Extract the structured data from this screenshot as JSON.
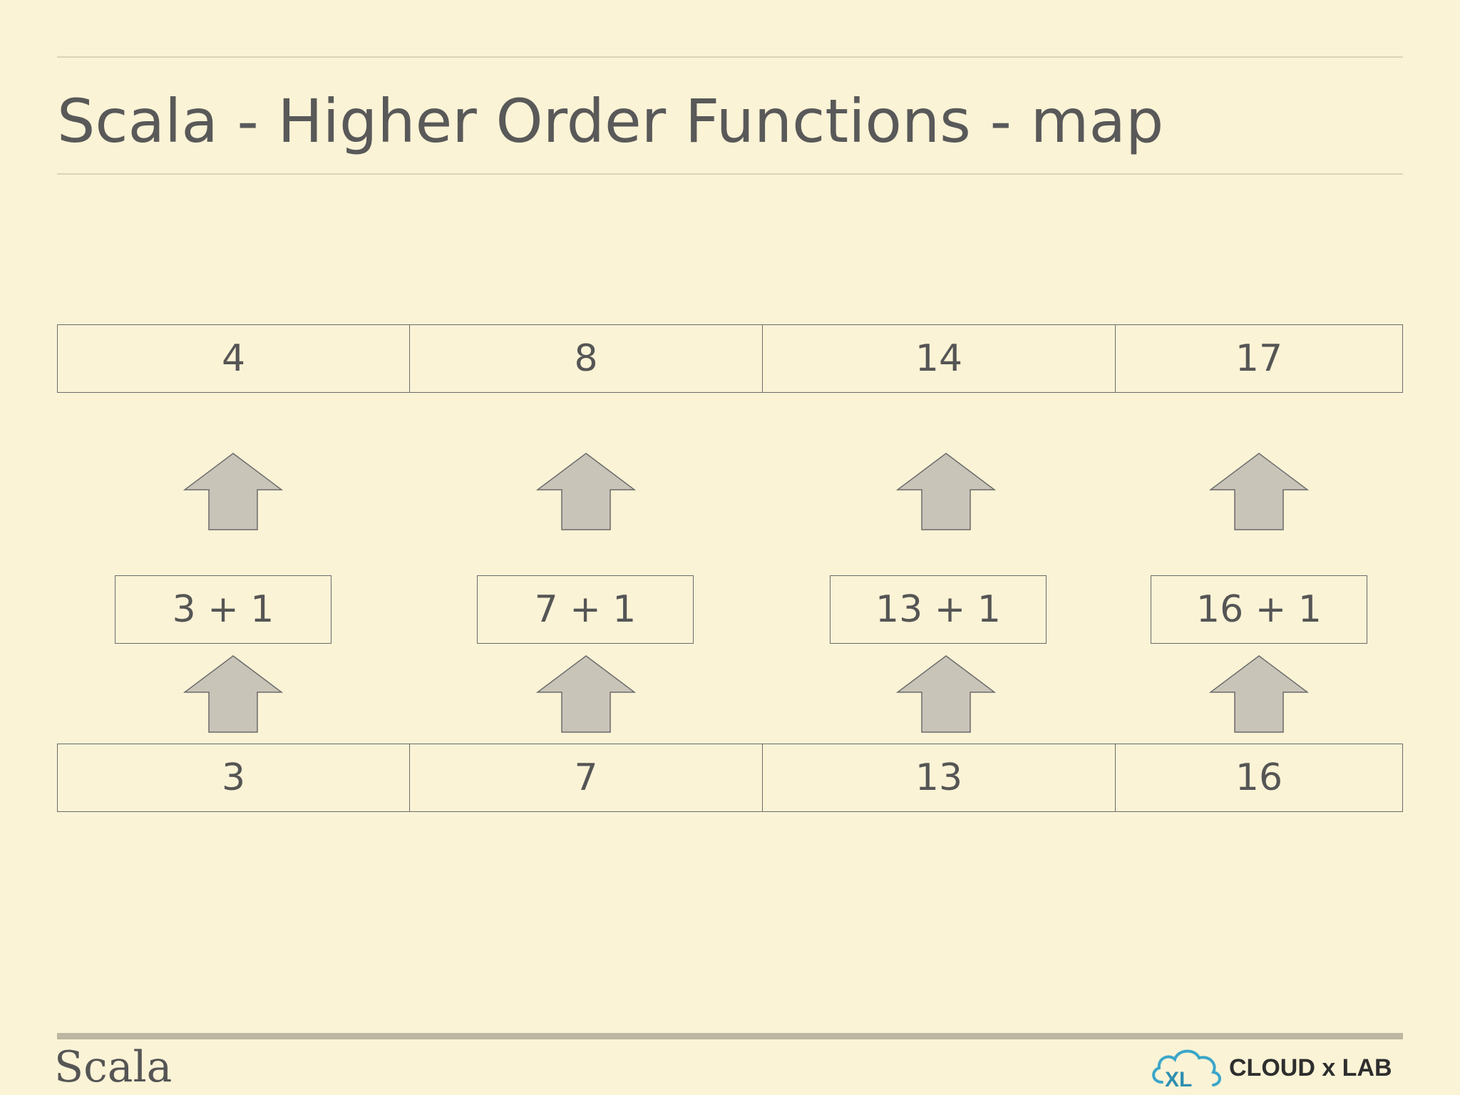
{
  "slide": {
    "title": "Scala - Higher Order Functions - map"
  },
  "output_row": [
    "4",
    "8",
    "14",
    "17"
  ],
  "function_boxes": [
    "3 + 1",
    "7 + 1",
    "13 + 1",
    "16 + 1"
  ],
  "input_row": [
    "3",
    "7",
    "13",
    "16"
  ],
  "footer": {
    "label": "Scala",
    "logo_text": "CLOUD x LAB"
  },
  "colors": {
    "background": "#fbf3d6",
    "arrow_fill": "#c9c4b8",
    "border": "#6a6a6a",
    "text": "#555555"
  }
}
